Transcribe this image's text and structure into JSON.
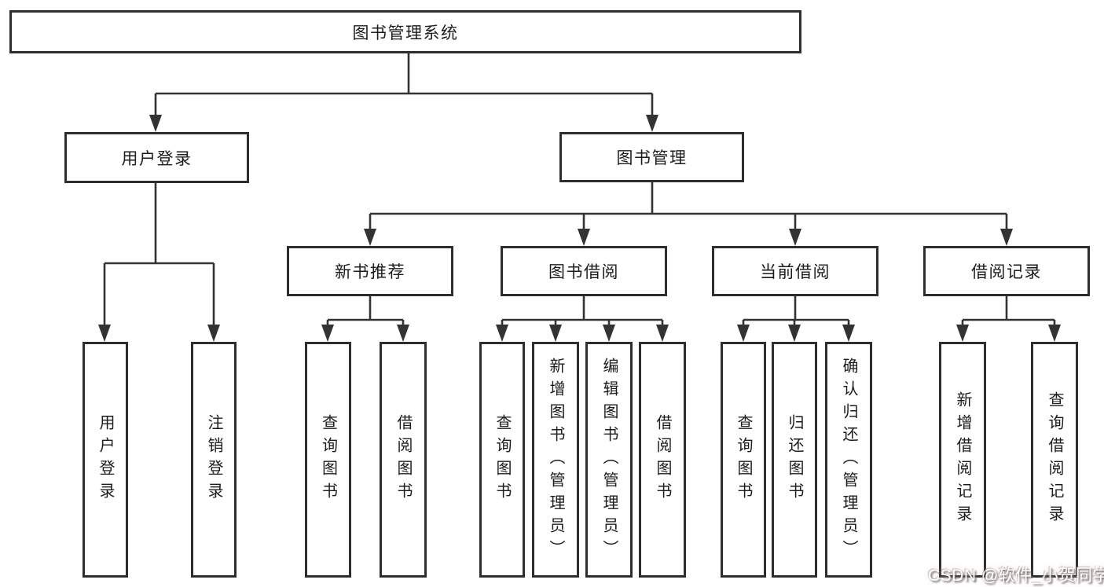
{
  "diagram": {
    "title": "图书管理系统",
    "branches": {
      "user_login": {
        "label": "用户登录",
        "children": {
          "login": "用户登录",
          "logout": "注销登录"
        }
      },
      "book_management": {
        "label": "图书管理",
        "sections": {
          "new_book_recommend": {
            "label": "新书推荐",
            "children": {
              "query_book": "查询图书",
              "borrow_book": "借阅图书"
            }
          },
          "book_borrow": {
            "label": "图书借阅",
            "children": {
              "query_book": "查询图书",
              "add_book_admin": "新增图书（管理员）",
              "edit_book_admin": "编辑图书（管理员）",
              "borrow_book": "借阅图书"
            }
          },
          "current_borrow": {
            "label": "当前借阅",
            "children": {
              "query_book": "查询图书",
              "return_book": "归还图书",
              "confirm_return_admin": "确认归还（管理员）"
            }
          },
          "borrow_record": {
            "label": "借阅记录",
            "children": {
              "add_record": "新增借阅记录",
              "query_record": "查询借阅记录"
            }
          }
        }
      }
    }
  },
  "watermark": "CSDN @软件_小贺同学",
  "colors": {
    "line": "#333333",
    "border": "#2e2e2e",
    "background": "#ffffff"
  }
}
